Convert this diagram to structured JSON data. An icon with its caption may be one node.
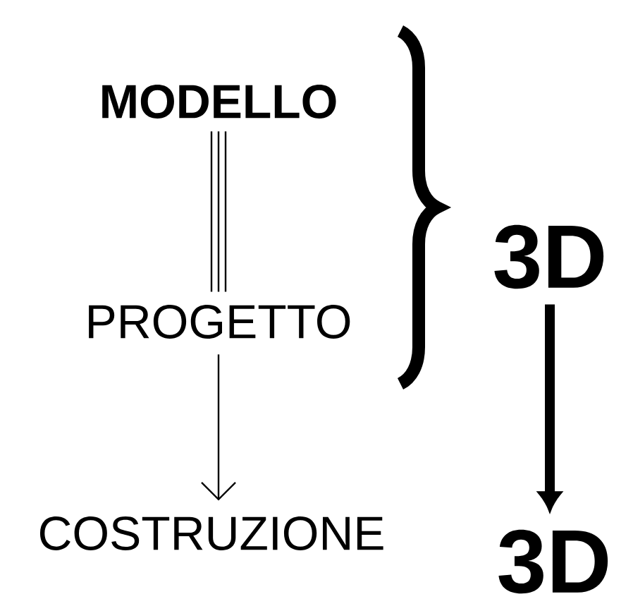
{
  "diagram": {
    "nodes": [
      {
        "text": [
          "MODELLO"
        ]
      },
      {
        "text": [
          "PROGETTO"
        ]
      },
      {
        "text": [
          "COSTRUZIONE"
        ]
      },
      {
        "text": [
          "3D"
        ]
      },
      {
        "text": [
          "3D"
        ]
      }
    ],
    "edges": [
      {
        "from": 0,
        "to": 1,
        "arrow": "none"
      },
      {
        "from": 1,
        "to": 2,
        "arrow": "to"
      },
      {
        "from": 3,
        "to": 4,
        "arrow": "to",
        "style": "thick"
      }
    ]
  }
}
